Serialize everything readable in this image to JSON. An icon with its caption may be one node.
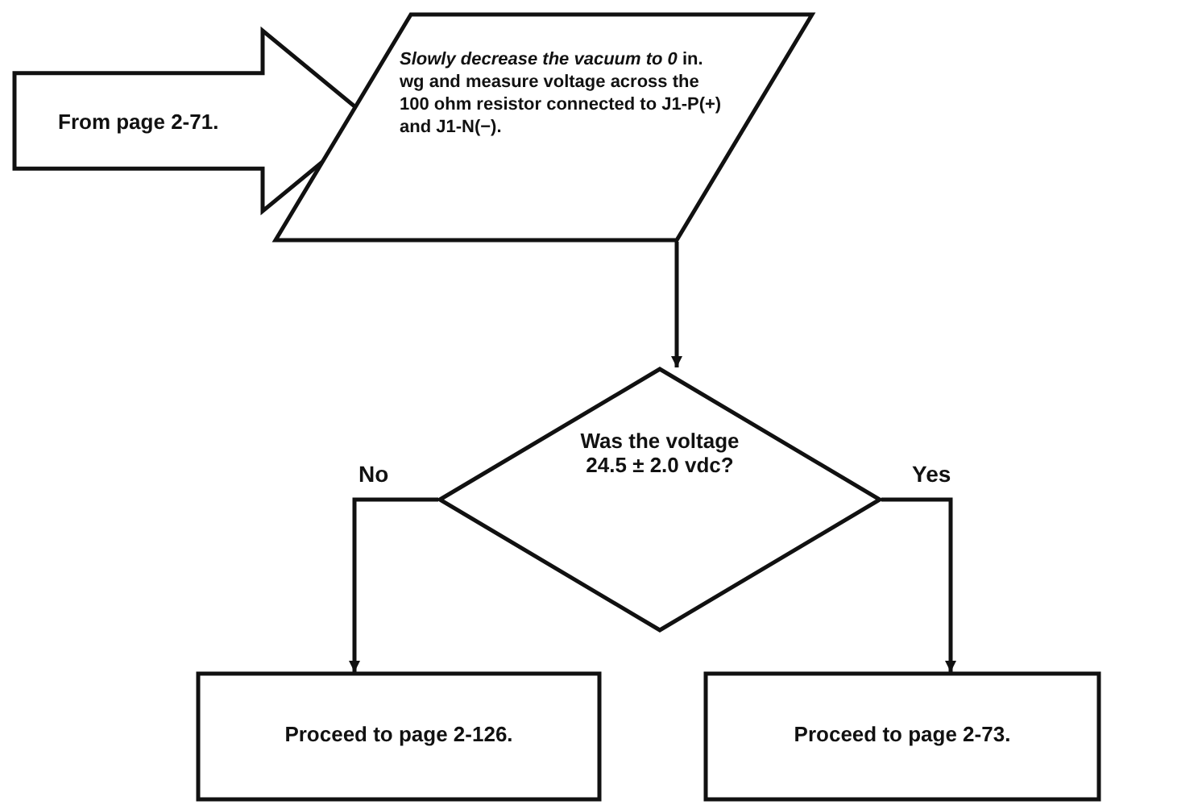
{
  "diagram": {
    "nodes": [
      {
        "text": [
          "From page 2-71."
        ]
      },
      {
        "text": [
          "*Slowly decrease the vacuum to 0* in. wg and measure voltage across the 100 ohm resistor connected to J1-P(+) and J1-N(−)."
        ]
      },
      {
        "text": [
          "Was the voltage 24.5 ± 2.0 vdc?"
        ]
      },
      {
        "text": [
          "Proceed to page 2-126."
        ]
      },
      {
        "text": [
          "Proceed to page 2-73."
        ]
      }
    ],
    "edges": [
      {
        "from": 1,
        "to": 2,
        "arrow": "to"
      },
      {
        "from": 2,
        "to": 3,
        "arrow": "to",
        "label": "No"
      },
      {
        "from": 2,
        "to": 4,
        "arrow": "to",
        "label": "Yes"
      }
    ]
  }
}
